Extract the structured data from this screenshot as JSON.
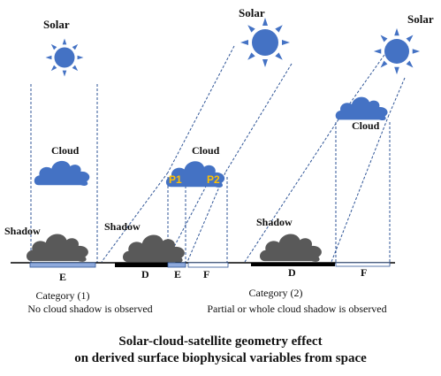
{
  "labels": {
    "solar": "Solar",
    "cloud": "Cloud",
    "shadow": "Shadow",
    "p1": "P1",
    "p2": "P2",
    "d": "D",
    "e": "E",
    "f": "F"
  },
  "category1": {
    "title": "Category  (1)",
    "description": "No cloud shadow is observed"
  },
  "category2": {
    "title": "Category  (2)",
    "description": "Partial  or whole cloud shadow is observed"
  },
  "caption": {
    "line1": "Solar-cloud-satellite geometry  effect",
    "line2": "on derived surface biophysical variables  from space"
  },
  "colors": {
    "sun": "#4472c4",
    "cloud": "#4472c4",
    "shadow_cloud": "#595959",
    "ray": "#2f5597",
    "e_strip": "#8faadc",
    "d_strip": "#000000",
    "p_label": "#ffc000"
  }
}
